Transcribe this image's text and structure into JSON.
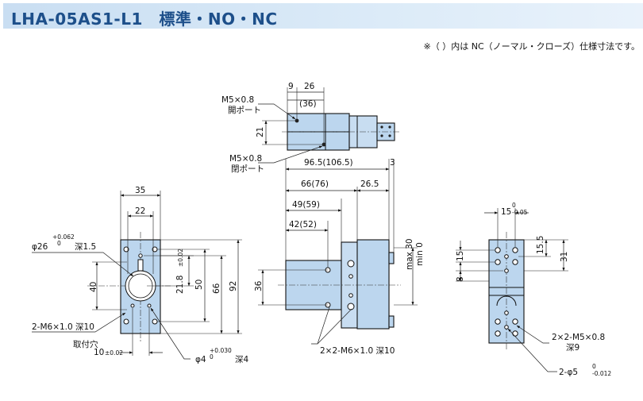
{
  "header": {
    "title": "LHA-05AS1-L1　標準・NO・NC",
    "note": "※（ ）内は NC（ノーマル・クローズ）仕様寸法です。"
  },
  "top_view": {
    "port_label_1": "M5×0.8",
    "port_label_1b": "開ポート",
    "port_label_2": "M5×0.8",
    "port_label_2b": "閉ポート",
    "dim_9": "9",
    "dim_26": "26",
    "dim_36": "(36)",
    "dim_21": "21"
  },
  "side_view": {
    "dim_96": "96.5(106.5)",
    "dim_3": "3",
    "dim_66": "66(76)",
    "dim_26_5": "26.5",
    "dim_49": "49(59)",
    "dim_42": "42(52)",
    "dim_36": "36",
    "dim_max": "max 30",
    "dim_min": "min 0",
    "thread_note": "2×2-M6×1.0 深10"
  },
  "front_view": {
    "dim_35": "35",
    "dim_22": "22",
    "bore_label": "φ26",
    "bore_tol": "+0.062",
    "bore_tol_low": "0",
    "bore_depth": "深1.5",
    "dim_40": "40",
    "dim_21_8": "21.8",
    "dim_21_8_tol": "±0.02",
    "dim_50": "50",
    "dim_66": "66",
    "dim_92": "92",
    "tap_note": "2-M6×1.0 深10",
    "mount_note": "取付穴",
    "dim_10": "10",
    "dim_10_tol": "±0.02",
    "pin_label": "φ4",
    "pin_tol": "+0.030",
    "pin_tol_low": "0",
    "pin_depth": "深4"
  },
  "jaw_view": {
    "dim_15": "15",
    "dim_15_tol": "0",
    "dim_15_tol_low": "-0.05",
    "dim_15_5": "15.5",
    "dim_31": "31",
    "dim_15_v": "15",
    "dim_8": "8",
    "tap_note": "2×2-M5×0.8",
    "tap_depth": "深9",
    "pin_note": "2-φ5",
    "pin_tol": "0",
    "pin_tol_low": "-0.012"
  }
}
